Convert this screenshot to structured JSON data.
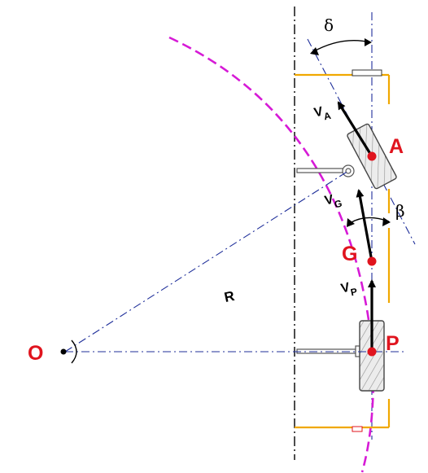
{
  "points": {
    "O": "O",
    "A": "A",
    "G": "G",
    "P": "P"
  },
  "velocities": {
    "A": {
      "base": "V",
      "sub": "A"
    },
    "G": {
      "base": "V",
      "sub": "G"
    },
    "P": {
      "base": "V",
      "sub": "P"
    }
  },
  "angles": {
    "delta": "δ",
    "beta": "β"
  },
  "radius_label": "R",
  "colors": {
    "point_label": "#e0141e",
    "turning_circle": "#d61ad6",
    "construction_line": "#1f2f9a",
    "chassis": "#f0a800",
    "vector": "#000000",
    "axis": "#000000"
  }
}
